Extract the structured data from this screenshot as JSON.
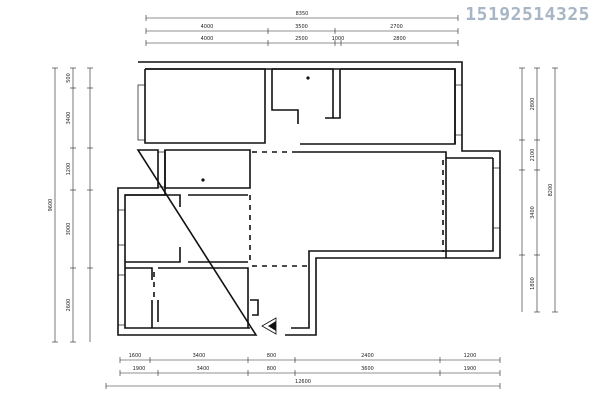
{
  "watermark": {
    "phone": "15192514325"
  },
  "dimensions": {
    "top_overall": "8350",
    "top_row1": [
      "4000",
      "3500",
      "2700"
    ],
    "top_row2": [
      "4000",
      "2500",
      "1000",
      "2800"
    ],
    "left_outer": "9600",
    "left_inner": [
      "500",
      "3400",
      "1200",
      "3000",
      "2600"
    ],
    "right_outer": "8200",
    "right_inner": [
      "2800",
      "2100",
      "3400",
      "1800"
    ],
    "bottom_row1": [
      "1600",
      "3400",
      "800",
      "2400",
      "1200"
    ],
    "bottom_row2": [
      "1900",
      "3400",
      "800",
      "3600",
      "1900"
    ],
    "bottom_overall": "12600"
  }
}
